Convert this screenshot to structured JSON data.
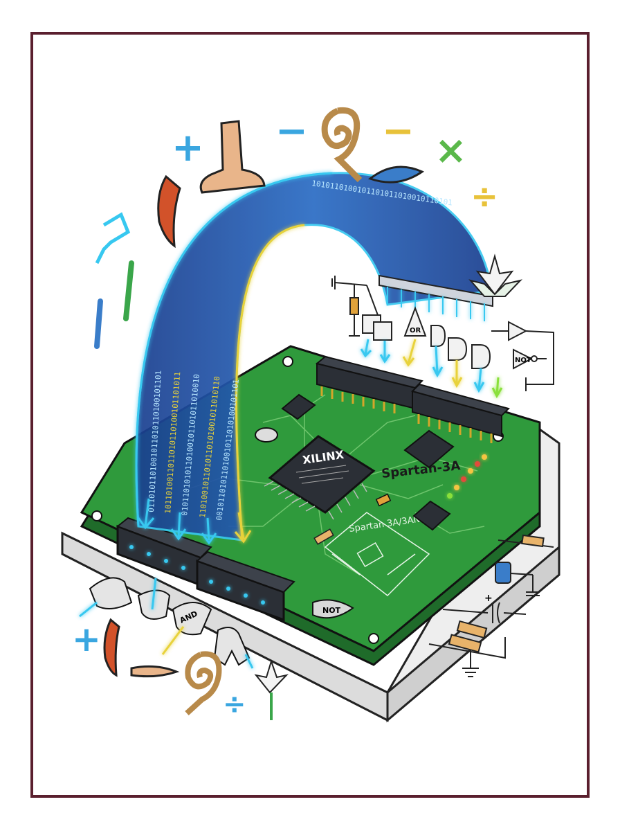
{
  "board": {
    "fpga_brand": "XILINX",
    "fpga_model": "Spartan-3A",
    "silkscreen_label": "Spartan 3A/3AN"
  },
  "gates": {
    "or": "OR",
    "not_top": "NOT",
    "and": "AND",
    "not_board": "NOT"
  },
  "symbols": {
    "plus": "+",
    "minus": "−",
    "times": "×",
    "divide": "÷",
    "capacitor_plus": "+"
  },
  "binary_stream": [
    "0110101101001011010110100101101",
    "1011010011011010110100101101011",
    "0101101010110100101101011010010",
    "1101001011010110101001011010110",
    "0010110101101001011010100101101",
    "1010110100101101011010010110101"
  ],
  "icons": [
    "foot-hieroglyph-icon",
    "coiled-rope-hieroglyph-icon",
    "lotus-hieroglyph-icon",
    "reed-leaf-hieroglyph-icon",
    "mouth-hieroglyph-icon",
    "arm-hieroglyph-icon"
  ],
  "colors": {
    "frame": "#5a1f2e",
    "pcb": "#2f9a3c",
    "pcb_dark": "#1f6b2a",
    "chip": "#2b2f36",
    "ribbon": "#1e4fa3",
    "glow_cyan": "#37c8f0",
    "glow_yellow": "#e8d23a"
  }
}
